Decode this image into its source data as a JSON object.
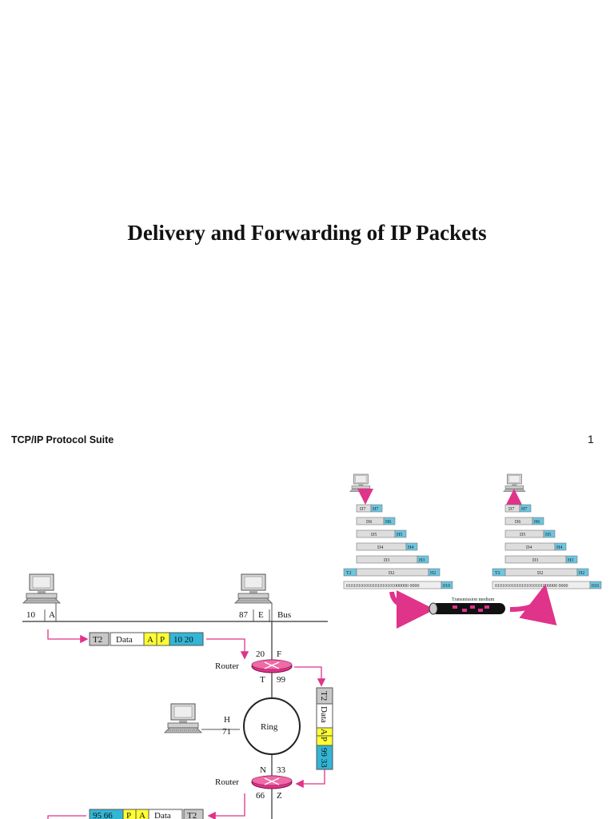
{
  "slide": {
    "title": "Delivery and Forwarding of IP Packets",
    "footer_left": "TCP/IP Protocol Suite",
    "page_number": "1"
  },
  "network_figure": {
    "bus_label": "Bus",
    "ring_label": "Ring",
    "router_label": "Router",
    "host_a": {
      "num": "10",
      "letter": "A"
    },
    "host_e": {
      "num": "87",
      "letter": "E"
    },
    "host_h": {
      "letter": "H",
      "num": "71"
    },
    "router1": {
      "top_num": "20",
      "top_letter": "F",
      "bottom_letter": "T",
      "bottom_num": "99"
    },
    "router2": {
      "top_letter": "N",
      "top_num": "33",
      "bottom_num": "66",
      "bottom_letter": "Z"
    },
    "frame1": {
      "t": "T2",
      "data": "Data",
      "a": "A",
      "p": "P",
      "addr": "10 20"
    },
    "frame2": {
      "t": "T2",
      "data": "Data",
      "a": "A",
      "p": "P",
      "addr": "99 33"
    },
    "frame3": {
      "addr": "95 66",
      "p": "P",
      "a": "A",
      "data": "Data",
      "t": "T2"
    },
    "colors": {
      "gray": "#c8c8c8",
      "yellow": "#ffff33",
      "cyan": "#33b5d6",
      "pink": "#e0338a"
    }
  },
  "layers_figure": {
    "left_stack": {
      "rows": [
        {
          "d": "D7",
          "h": "H7"
        },
        {
          "d": "D6",
          "h": "H6"
        },
        {
          "d": "D5",
          "h": "H5"
        },
        {
          "d": "D4",
          "h": "H4"
        },
        {
          "d": "D3",
          "h": "H3"
        },
        {
          "t": "T2",
          "d": "D2",
          "h": "H2"
        }
      ],
      "bits": "01010101010101010101000000 0000",
      "bits_tag": "010"
    },
    "right_stack": {
      "rows": [
        {
          "d": "D7",
          "h": "H7"
        },
        {
          "d": "D6",
          "h": "H6"
        },
        {
          "d": "D5",
          "h": "H5"
        },
        {
          "d": "D4",
          "h": "H4"
        },
        {
          "d": "D3",
          "h": "H3"
        },
        {
          "t": "T2",
          "d": "D2",
          "h": "H2"
        }
      ],
      "bits": "01010101010101010101000000 0000",
      "bits_tag": "010"
    },
    "medium_label": "Transmission medium"
  }
}
